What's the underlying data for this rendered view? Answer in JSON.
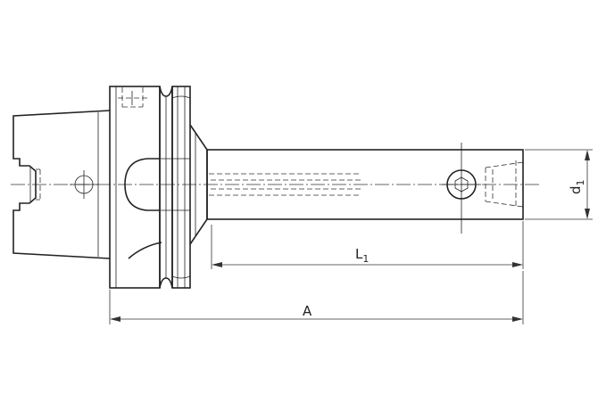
{
  "dimensions": {
    "length_overall": {
      "label": "A"
    },
    "length_projection": {
      "label": "L",
      "subscript": "1"
    },
    "diameter": {
      "label": "d",
      "subscript": "1"
    }
  }
}
